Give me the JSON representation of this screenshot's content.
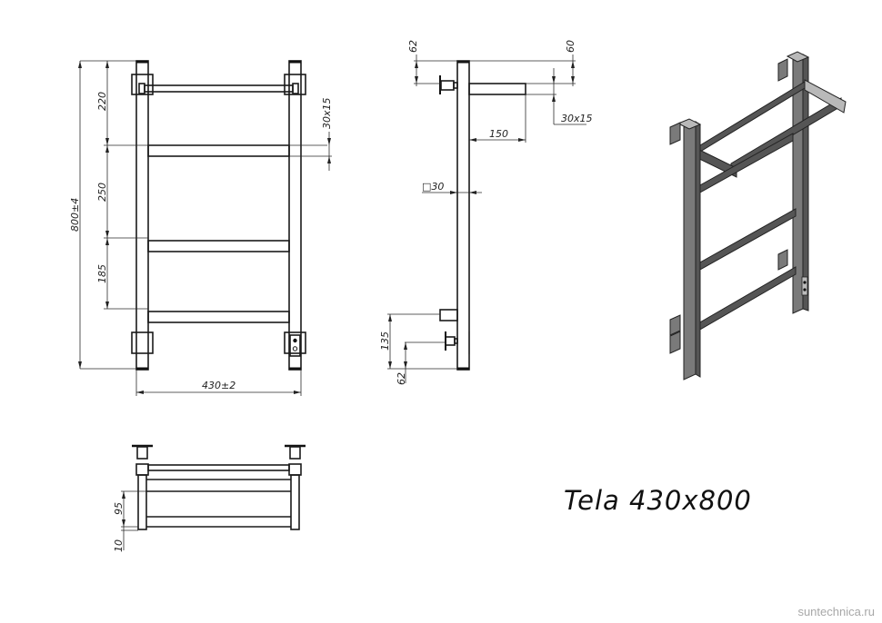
{
  "drawing": {
    "product_title": "Tela 430x800",
    "watermark": "suntechnica.ru",
    "front_view": {
      "overall_height": "800±4",
      "overall_width": "430±2",
      "spacing_top": "220",
      "spacing_middle": "250",
      "spacing_bottom": "185",
      "shelf_profile": "30x15"
    },
    "side_view": {
      "top_bracket_offset": "62",
      "shelf_offset": "60",
      "shelf_depth": "150",
      "shelf_profile": "30x15",
      "post_profile": "□30",
      "bottom_bracket_spacing": "135",
      "bottom_bracket_offset": "62"
    },
    "top_view": {
      "rail_spacing": "95",
      "edge_offset": "10"
    }
  }
}
